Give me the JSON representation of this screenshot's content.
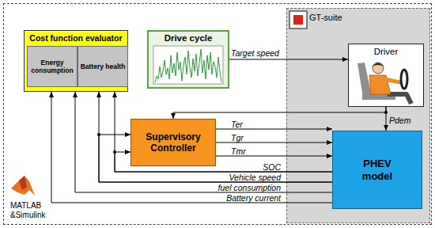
{
  "diagram": {
    "nodes": [
      {
        "text": [
          "MATLAB &Simulink"
        ]
      },
      {
        "text": [
          "Cost function evaluator"
        ],
        "in": 0
      },
      {
        "text": [
          "Energy consumption"
        ],
        "in": 1
      },
      {
        "text": [
          "Battery health"
        ],
        "in": 1
      },
      {
        "text": [
          "Drive cycle"
        ],
        "in": 0
      },
      {
        "text": [
          "GT-suite"
        ],
        "in": 0
      },
      {
        "text": [
          "Driver"
        ],
        "in": 5
      },
      {
        "text": [
          "Supervisory Controller"
        ],
        "in": 0
      },
      {
        "text": [
          "PHEV model"
        ],
        "in": 5
      }
    ],
    "edges": [
      {
        "from": 4,
        "to": 6,
        "label": "Target speed",
        "arrow": "to"
      },
      {
        "from": 6,
        "to": 8,
        "label": "Pdem",
        "arrow": "to"
      },
      {
        "from": 6,
        "to": 7,
        "arrow": "to"
      },
      {
        "from": 7,
        "to": 8,
        "label": "Ter",
        "arrow": "to"
      },
      {
        "from": 7,
        "to": 8,
        "label": "Tgr",
        "arrow": "to"
      },
      {
        "from": 7,
        "to": 8,
        "label": "Tmr",
        "arrow": "to"
      },
      {
        "from": 8,
        "to": 1,
        "label": "SOC",
        "arrow": "to"
      },
      {
        "from": 8,
        "to": 7,
        "arrow": "to"
      },
      {
        "from": 8,
        "to": 1,
        "label": "Vehicle speed",
        "arrow": "to"
      },
      {
        "from": 8,
        "to": 7,
        "arrow": "to"
      },
      {
        "from": 8,
        "to": 1,
        "label": "fuel consumption",
        "arrow": "to"
      },
      {
        "from": 8,
        "to": 1,
        "label": "Battery current",
        "arrow": "to"
      }
    ]
  }
}
